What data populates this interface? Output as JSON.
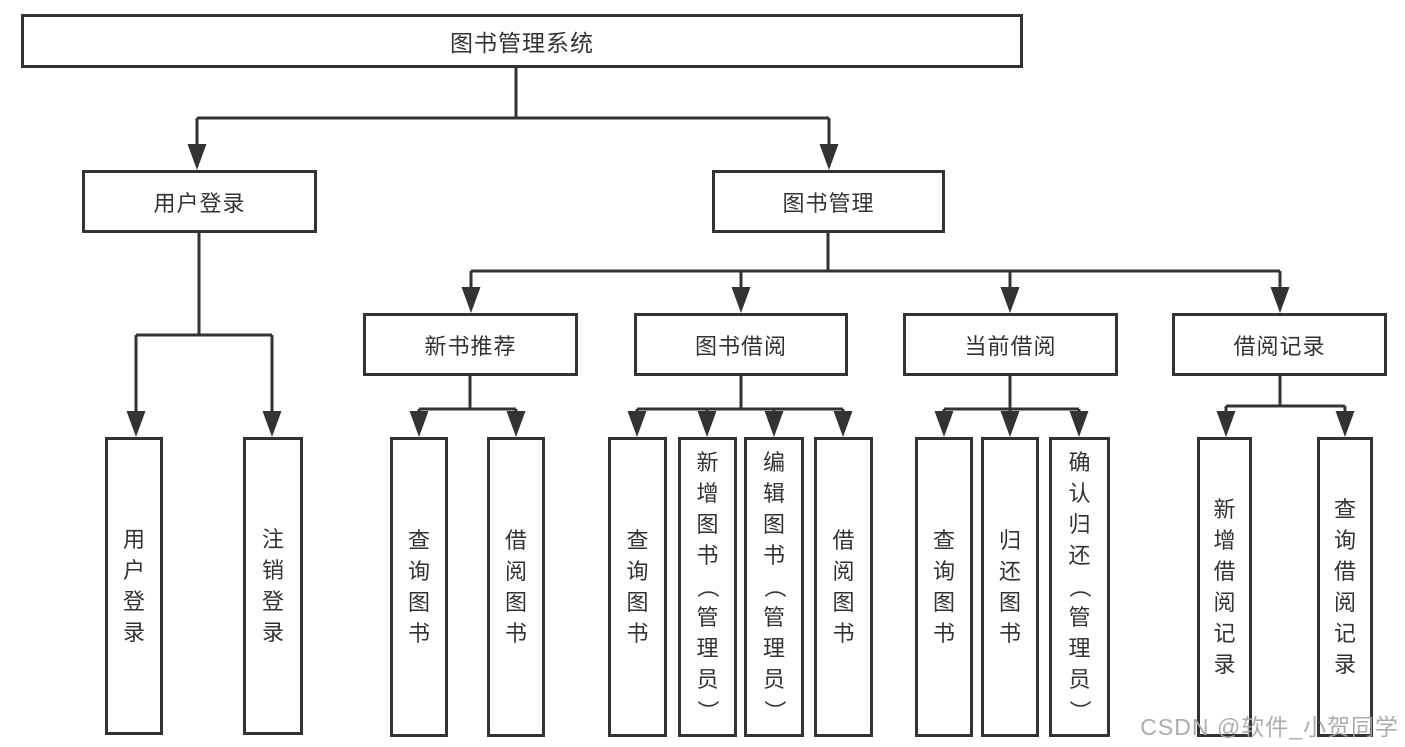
{
  "diagram": {
    "title": "图书管理系统",
    "type": "hierarchy-tree",
    "colors": {
      "line": "#333333",
      "text": "#333333",
      "background": "#ffffff",
      "watermark": "#a6a6a6"
    },
    "watermark": "CSDN @软件_小贺同学",
    "nodes": {
      "system": "图书管理系统",
      "user_login": "用户登录",
      "book_mgmt": "图书管理",
      "login_user": "用户登录",
      "login_logout": "注销登录",
      "new_books": "新书推荐",
      "book_borrow": "图书借阅",
      "current_borrow": "当前借阅",
      "borrow_records": "借阅记录",
      "nb_query": "查询图书",
      "nb_borrow": "借阅图书",
      "bb_query": "查询图书",
      "bb_add": "新增图书（管理员）",
      "bb_edit": "编辑图书（管理员）",
      "bb_borrow": "借阅图书",
      "cb_query": "查询图书",
      "cb_return": "归还图书",
      "cb_confirm": "确认归还（管理员）",
      "br_add": "新增借阅记录",
      "br_query": "查询借阅记录"
    },
    "edges": [
      [
        "图书管理系统",
        "用户登录"
      ],
      [
        "图书管理系统",
        "图书管理"
      ],
      [
        "用户登录",
        "用户登录"
      ],
      [
        "用户登录",
        "注销登录"
      ],
      [
        "图书管理",
        "新书推荐"
      ],
      [
        "图书管理",
        "图书借阅"
      ],
      [
        "图书管理",
        "当前借阅"
      ],
      [
        "图书管理",
        "借阅记录"
      ],
      [
        "新书推荐",
        "查询图书"
      ],
      [
        "新书推荐",
        "借阅图书"
      ],
      [
        "图书借阅",
        "查询图书"
      ],
      [
        "图书借阅",
        "新增图书（管理员）"
      ],
      [
        "图书借阅",
        "编辑图书（管理员）"
      ],
      [
        "图书借阅",
        "借阅图书"
      ],
      [
        "当前借阅",
        "查询图书"
      ],
      [
        "当前借阅",
        "归还图书"
      ],
      [
        "当前借阅",
        "确认归还（管理员）"
      ],
      [
        "借阅记录",
        "新增借阅记录"
      ],
      [
        "借阅记录",
        "查询借阅记录"
      ]
    ]
  }
}
